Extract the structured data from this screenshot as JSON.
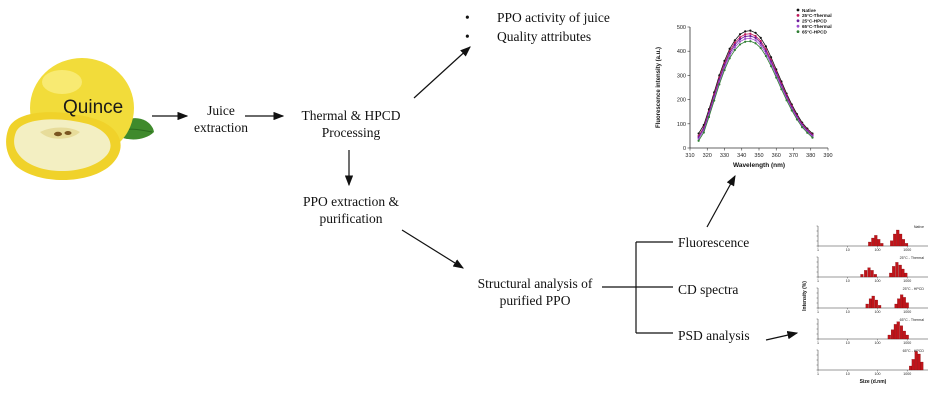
{
  "quince_label": "Quince",
  "steps": {
    "juice": [
      "Juice",
      "extraction"
    ],
    "processing": [
      "Thermal & HPCD",
      "Processing"
    ],
    "ppo_extraction": [
      "PPO extraction &",
      "purification"
    ],
    "structural": [
      "Structural analysis of",
      "purified PPO"
    ]
  },
  "outcomes": [
    "PPO activity of juice",
    "Quality attributes"
  ],
  "analyses": [
    "Fluorescence",
    "CD spectra",
    "PSD analysis"
  ],
  "colors": {
    "quince_yellow": "#f2dc3a",
    "quince_flesh": "#f3efc2",
    "leaf_green": "#3f8a2c",
    "bar_red": "#c0141a"
  },
  "fluorescence_chart": {
    "type": "line",
    "xlabel": "Wavelength (nm)",
    "ylabel": "Fluorescence intensity (a.u.)",
    "xlim": [
      310,
      390
    ],
    "ylim": [
      0,
      500
    ],
    "xticks": [
      310,
      320,
      330,
      340,
      350,
      360,
      370,
      380,
      390
    ],
    "yticks": [
      0,
      100,
      200,
      300,
      400,
      500
    ],
    "legend": [
      "Native",
      "25°C-Thermal",
      "25°C-HPCD",
      "65°C-Thermal",
      "65°C-HPCD"
    ],
    "legend_position": "top-right",
    "series_colors": [
      "#111111",
      "#c0185a",
      "#6a1b9a",
      "#9c4dcc",
      "#2e7d32"
    ],
    "x": [
      315,
      318,
      321,
      324,
      327,
      330,
      333,
      336,
      339,
      342,
      345,
      348,
      351,
      354,
      357,
      360,
      363,
      366,
      369,
      372,
      375,
      378,
      381
    ],
    "series": [
      {
        "values": [
          60,
          95,
          160,
          230,
          300,
          360,
          410,
          445,
          470,
          482,
          485,
          476,
          455,
          420,
          375,
          325,
          275,
          225,
          180,
          140,
          105,
          80,
          60
        ]
      },
      {
        "values": [
          50,
          85,
          150,
          220,
          290,
          350,
          400,
          435,
          458,
          470,
          472,
          463,
          442,
          408,
          364,
          316,
          266,
          218,
          173,
          134,
          100,
          75,
          55
        ]
      },
      {
        "values": [
          45,
          80,
          145,
          213,
          282,
          342,
          392,
          426,
          450,
          461,
          463,
          455,
          434,
          400,
          357,
          309,
          260,
          212,
          168,
          130,
          96,
          72,
          52
        ]
      },
      {
        "values": [
          38,
          72,
          137,
          205,
          273,
          332,
          382,
          416,
          440,
          451,
          453,
          445,
          424,
          391,
          348,
          301,
          252,
          205,
          162,
          124,
          91,
          68,
          48
        ]
      },
      {
        "values": [
          30,
          64,
          128,
          196,
          263,
          322,
          371,
          405,
          428,
          439,
          441,
          433,
          413,
          380,
          338,
          291,
          243,
          197,
          155,
          118,
          86,
          63,
          43
        ]
      }
    ]
  },
  "psd_chart": {
    "type": "bar",
    "xlabel": "Size (d.nm)",
    "ylabel": "Intensity (%)",
    "xticks": [
      1,
      10,
      100,
      1000
    ],
    "panels": [
      {
        "label": "Native",
        "bars": [
          [
            55,
            3
          ],
          [
            70,
            6
          ],
          [
            88,
            8
          ],
          [
            110,
            5
          ],
          [
            140,
            2
          ],
          [
            300,
            4
          ],
          [
            380,
            9
          ],
          [
            480,
            12
          ],
          [
            600,
            9
          ],
          [
            750,
            5
          ],
          [
            950,
            2
          ]
        ]
      },
      {
        "label": "25°C - Thermal",
        "bars": [
          [
            30,
            2
          ],
          [
            40,
            5
          ],
          [
            52,
            7
          ],
          [
            66,
            5
          ],
          [
            85,
            2
          ],
          [
            280,
            3
          ],
          [
            350,
            8
          ],
          [
            450,
            11
          ],
          [
            580,
            9
          ],
          [
            720,
            6
          ],
          [
            900,
            3
          ]
        ]
      },
      {
        "label": "25°C - HPCD",
        "bars": [
          [
            45,
            3
          ],
          [
            58,
            7
          ],
          [
            72,
            9
          ],
          [
            92,
            6
          ],
          [
            118,
            2
          ],
          [
            420,
            3
          ],
          [
            520,
            7
          ],
          [
            650,
            10
          ],
          [
            800,
            8
          ],
          [
            1000,
            4
          ]
        ]
      },
      {
        "label": "65°C - Thermal",
        "bars": [
          [
            250,
            3
          ],
          [
            320,
            7
          ],
          [
            400,
            11
          ],
          [
            500,
            13
          ],
          [
            640,
            10
          ],
          [
            800,
            6
          ],
          [
            1000,
            3
          ]
        ]
      },
      {
        "label": "65°C - HPCD",
        "bars": [
          [
            1300,
            3
          ],
          [
            1600,
            8
          ],
          [
            2000,
            14
          ],
          [
            2500,
            12
          ],
          [
            3100,
            6
          ]
        ]
      }
    ]
  }
}
